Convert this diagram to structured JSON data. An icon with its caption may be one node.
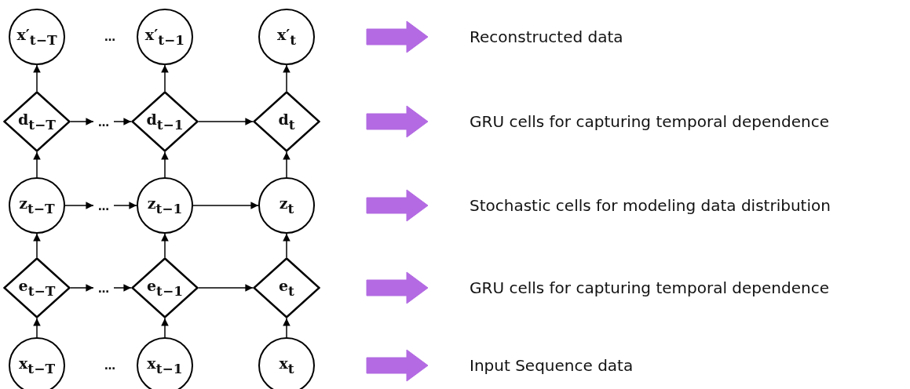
{
  "diagram": {
    "nodes": [
      {
        "text": [
          "x′$_{t−T}$"
        ]
      },
      {
        "text": [
          "x′$_{t−1}$"
        ]
      },
      {
        "text": [
          "x′$_{t}$"
        ]
      },
      {
        "text": [
          "d$_{t−T}$"
        ]
      },
      {
        "text": [
          "d$_{t−1}$"
        ]
      },
      {
        "text": [
          "d$_{t}$"
        ]
      },
      {
        "text": [
          "z$_{t−T}$"
        ]
      },
      {
        "text": [
          "z$_{t−1}$"
        ]
      },
      {
        "text": [
          "z$_{t}$"
        ]
      },
      {
        "text": [
          "e$_{t−T}$"
        ]
      },
      {
        "text": [
          "e$_{t−1}$"
        ]
      },
      {
        "text": [
          "e$_{t}$"
        ]
      },
      {
        "text": [
          "x$_{t−T}$"
        ]
      },
      {
        "text": [
          "x$_{t−1}$"
        ]
      },
      {
        "text": [
          "x$_{t}$"
        ]
      },
      {
        "text": [
          "Reconstructed data"
        ]
      },
      {
        "text": [
          "GRU cells for capturing temporal dependence"
        ]
      },
      {
        "text": [
          "Stochastic cells for modeling data distribution"
        ]
      },
      {
        "text": [
          "GRU cells for capturing temporal dependence"
        ]
      },
      {
        "text": [
          "Input Sequence data"
        ]
      },
      {
        "text": [
          "…"
        ]
      },
      {
        "text": [
          "…"
        ]
      },
      {
        "text": [
          "…"
        ]
      }
    ],
    "edges": [
      {
        "from": 3,
        "to": 0,
        "arrow": "to"
      },
      {
        "from": 4,
        "to": 1,
        "arrow": "to"
      },
      {
        "from": 5,
        "to": 2,
        "arrow": "to"
      },
      {
        "from": 3,
        "to": 20,
        "arrow": "to"
      },
      {
        "from": 20,
        "to": 4,
        "arrow": "to"
      },
      {
        "from": 4,
        "to": 5,
        "arrow": "to"
      },
      {
        "from": 6,
        "to": 3,
        "arrow": "to"
      },
      {
        "from": 7,
        "to": 4,
        "arrow": "to"
      },
      {
        "from": 8,
        "to": 5,
        "arrow": "to"
      },
      {
        "from": 6,
        "to": 21,
        "arrow": "to"
      },
      {
        "from": 21,
        "to": 7,
        "arrow": "to"
      },
      {
        "from": 7,
        "to": 8,
        "arrow": "to"
      },
      {
        "from": 9,
        "to": 6,
        "arrow": "to"
      },
      {
        "from": 10,
        "to": 7,
        "arrow": "to"
      },
      {
        "from": 11,
        "to": 8,
        "arrow": "to"
      },
      {
        "from": 9,
        "to": 22,
        "arrow": "to"
      },
      {
        "from": 22,
        "to": 10,
        "arrow": "to"
      },
      {
        "from": 10,
        "to": 11,
        "arrow": "to"
      },
      {
        "from": 12,
        "to": 9,
        "arrow": "to"
      },
      {
        "from": 13,
        "to": 10,
        "arrow": "to"
      },
      {
        "from": 14,
        "to": 11,
        "arrow": "to"
      }
    ],
    "labels": [
      "…",
      "…"
    ]
  }
}
